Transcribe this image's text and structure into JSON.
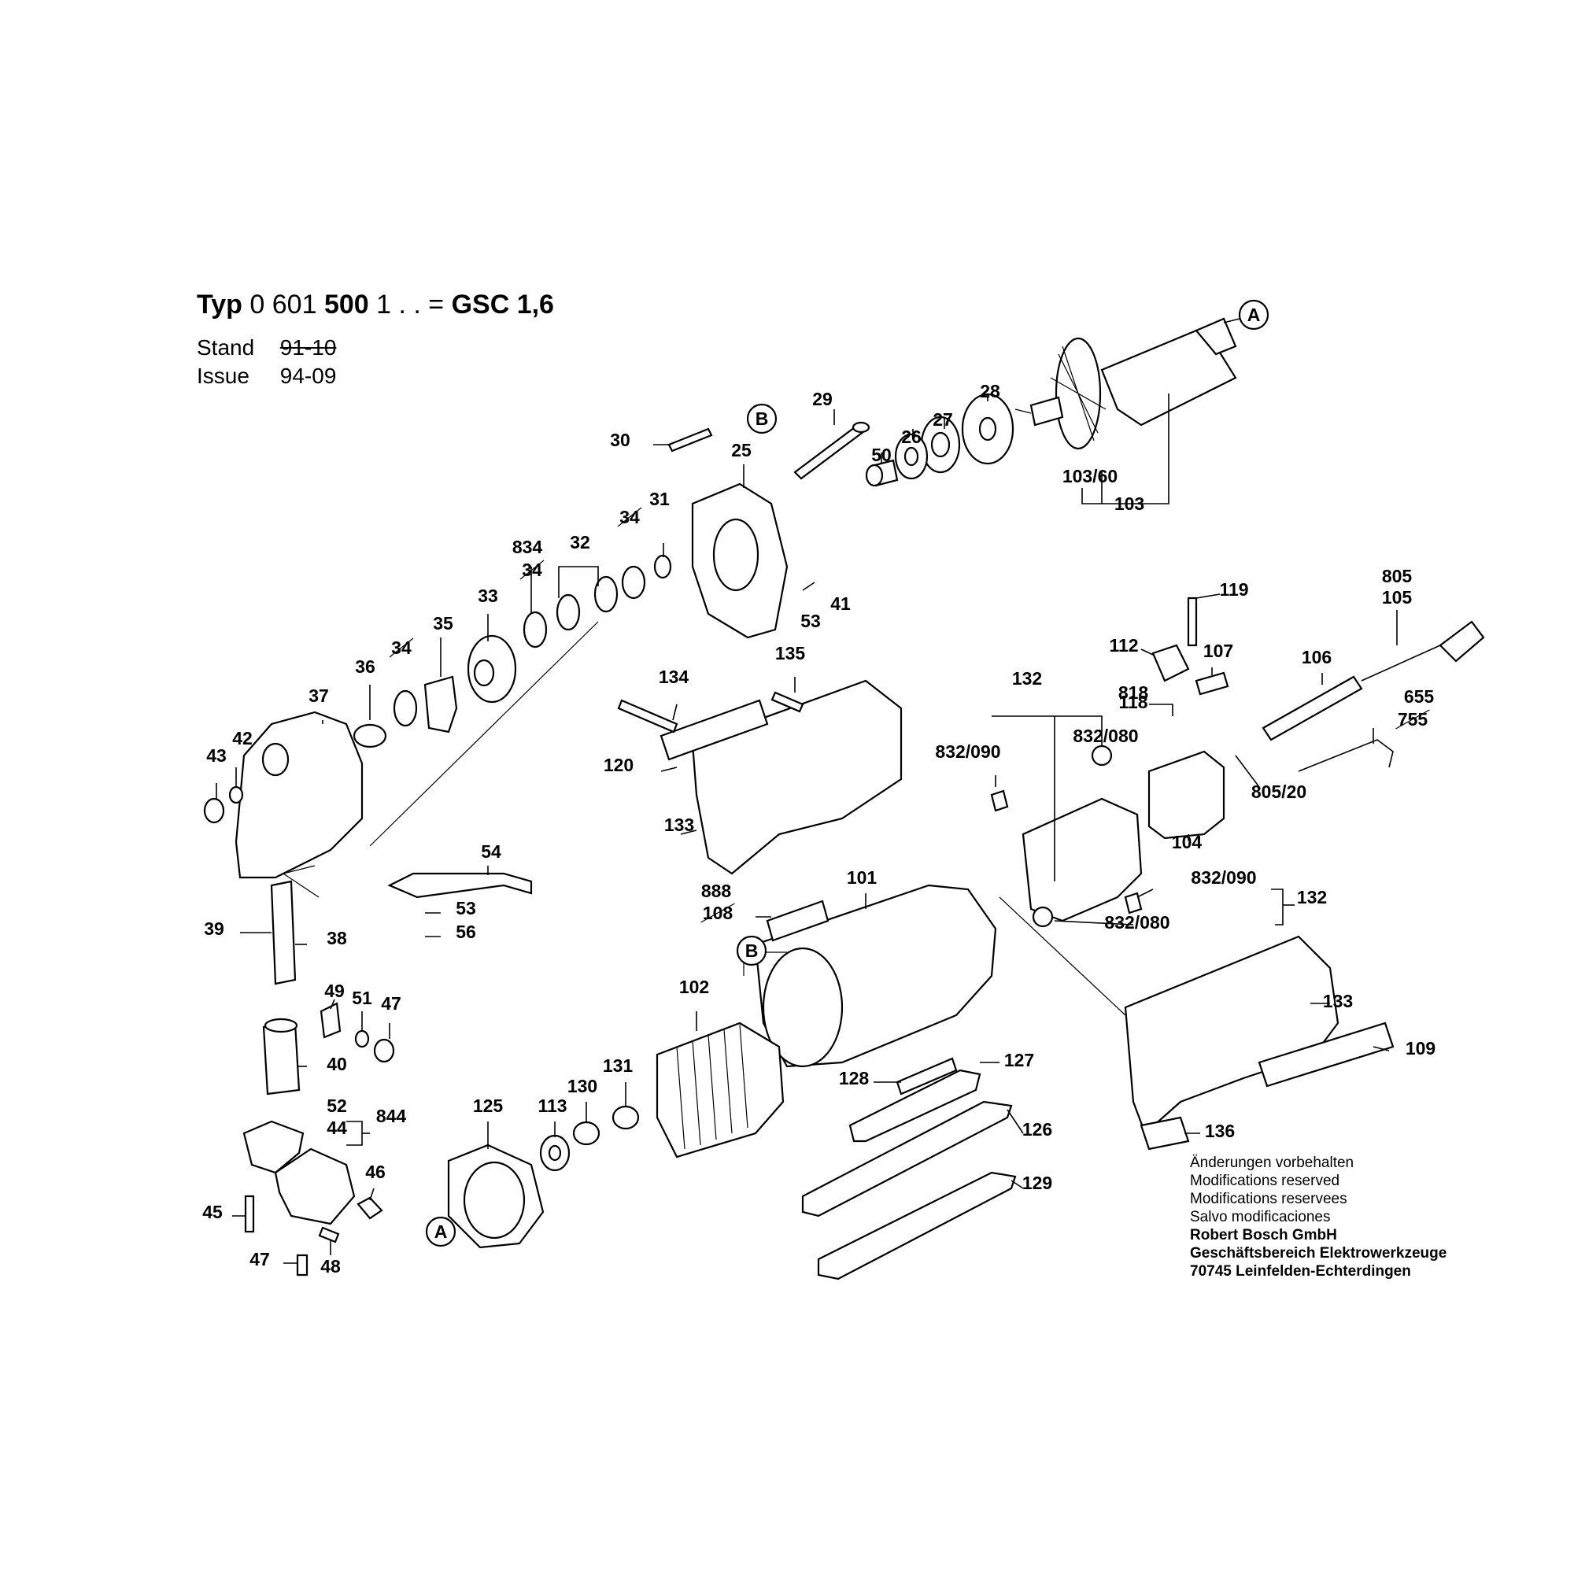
{
  "header": {
    "typ_word": "Typ",
    "typ_number_pre": "0 601",
    "typ_number_bold": "500",
    "typ_number_post": "1 . . =",
    "model": "GSC 1,6",
    "stand_label": "Stand",
    "stand_value": "91-10",
    "issue_label": "Issue",
    "issue_value": "94-09"
  },
  "notes": {
    "line1": "Änderungen vorbehalten",
    "line2": "Modifications reserved",
    "line3": "Modifications reservees",
    "line4": "Salvo modificaciones",
    "company": "Robert Bosch GmbH",
    "division": "Geschäftsbereich Elektrowerkzeuge",
    "address": "70745 Leinfelden-Echterdingen"
  },
  "callouts": {
    "A": "A",
    "B": "B"
  },
  "labels": [
    {
      "text": "30"
    },
    {
      "text": "29"
    },
    {
      "text": "28"
    },
    {
      "text": "27"
    },
    {
      "text": "26"
    },
    {
      "text": "25"
    },
    {
      "text": "50"
    },
    {
      "text": "103/60"
    },
    {
      "text": "103"
    },
    {
      "text": "31"
    },
    {
      "text": "34",
      "struck": true
    },
    {
      "text": "834"
    },
    {
      "text": "34",
      "struck": true
    },
    {
      "text": "32"
    },
    {
      "text": "33"
    },
    {
      "text": "53"
    },
    {
      "text": "41"
    },
    {
      "text": "35"
    },
    {
      "text": "34",
      "struck": true
    },
    {
      "text": "36"
    },
    {
      "text": "37"
    },
    {
      "text": "42"
    },
    {
      "text": "43"
    },
    {
      "text": "134"
    },
    {
      "text": "135"
    },
    {
      "text": "120"
    },
    {
      "text": "133"
    },
    {
      "text": "54"
    },
    {
      "text": "53"
    },
    {
      "text": "56"
    },
    {
      "text": "39"
    },
    {
      "text": "38"
    },
    {
      "text": "49"
    },
    {
      "text": "51"
    },
    {
      "text": "47"
    },
    {
      "text": "40"
    },
    {
      "text": "52"
    },
    {
      "text": "44"
    },
    {
      "text": "844"
    },
    {
      "text": "46"
    },
    {
      "text": "45"
    },
    {
      "text": "47"
    },
    {
      "text": "48"
    },
    {
      "text": "125"
    },
    {
      "text": "113"
    },
    {
      "text": "130"
    },
    {
      "text": "131"
    },
    {
      "text": "102"
    },
    {
      "text": "888"
    },
    {
      "text": "108",
      "struck": true
    },
    {
      "text": "101"
    },
    {
      "text": "127"
    },
    {
      "text": "128"
    },
    {
      "text": "126"
    },
    {
      "text": "129"
    },
    {
      "text": "119"
    },
    {
      "text": "112"
    },
    {
      "text": "107"
    },
    {
      "text": "818"
    },
    {
      "text": "118"
    },
    {
      "text": "132"
    },
    {
      "text": "832/090"
    },
    {
      "text": "832/080"
    },
    {
      "text": "104"
    },
    {
      "text": "805"
    },
    {
      "text": "105"
    },
    {
      "text": "106"
    },
    {
      "text": "655"
    },
    {
      "text": "755",
      "struck": true
    },
    {
      "text": "805/20"
    },
    {
      "text": "832/090"
    },
    {
      "text": "832/080"
    },
    {
      "text": "132"
    },
    {
      "text": "133"
    },
    {
      "text": "109"
    },
    {
      "text": "136"
    }
  ]
}
